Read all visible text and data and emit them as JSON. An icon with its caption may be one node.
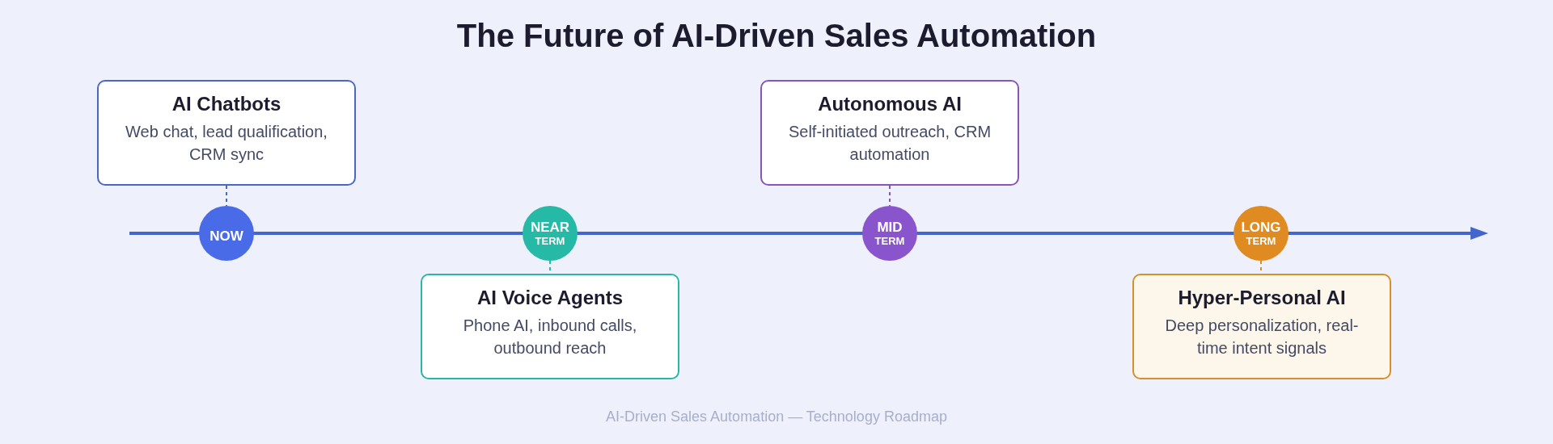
{
  "diagram": {
    "title": "The Future of AI-Driven Sales Automation",
    "caption": "AI-Driven Sales Automation — Technology Roadmap",
    "nodes": [
      {
        "text": [
          "AI Chatbots",
          "Web chat, lead qualification, CRM sync"
        ]
      },
      {
        "text": [
          "NOW"
        ]
      },
      {
        "text": [
          "NEAR",
          "TERM"
        ]
      },
      {
        "text": [
          "AI Voice Agents",
          "Phone AI, inbound calls, outbound reach"
        ]
      },
      {
        "text": [
          "Autonomous AI",
          "Self-initiated outreach, CRM automation"
        ]
      },
      {
        "text": [
          "MID",
          "TERM"
        ]
      },
      {
        "text": [
          "LONG",
          "TERM"
        ]
      },
      {
        "text": [
          "Hyper-Personal AI",
          "Deep personalization, real-time intent signals"
        ]
      }
    ],
    "edges": [
      {
        "from": 0,
        "to": 1,
        "arrow": "none",
        "style": "dashed",
        "color": "#4a67c8"
      },
      {
        "from": 2,
        "to": 3,
        "arrow": "none",
        "style": "dashed",
        "color": "#2ab5a5"
      },
      {
        "from": 4,
        "to": 5,
        "arrow": "none",
        "style": "dashed",
        "color": "#8a55b8"
      },
      {
        "from": 6,
        "to": 7,
        "arrow": "none",
        "style": "dashed",
        "color": "#d4902a"
      }
    ]
  }
}
